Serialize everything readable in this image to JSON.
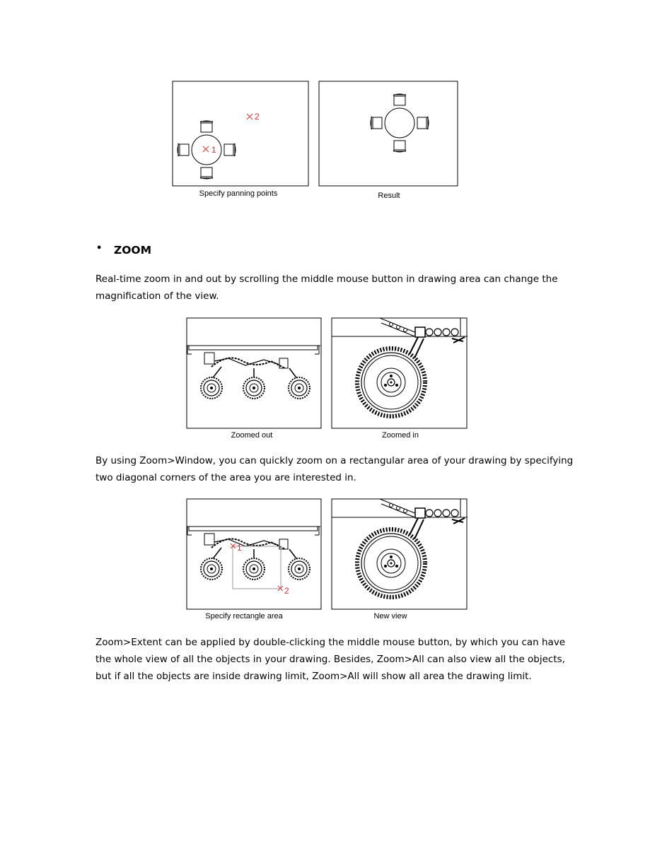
{
  "figure1": {
    "left_caption": "Specify panning points",
    "right_caption": "Result",
    "point1_label": "1",
    "point2_label": "2"
  },
  "section": {
    "bullet": "•",
    "heading": "ZOOM"
  },
  "paragraph1": "Real-time zoom in and out by scrolling the middle mouse button in drawing area can change the magnification of the view.",
  "figure2": {
    "left_caption": "Zoomed out",
    "right_caption": "Zoomed in"
  },
  "paragraph2": "By using Zoom>Window, you can quickly zoom on a rectangular area of your drawing by specifying two diagonal corners of the area you are interested in.",
  "figure3": {
    "left_caption": "Specify rectangle area",
    "right_caption": "New view",
    "point1_label": "1",
    "point2_label": "2"
  },
  "paragraph3": "Zoom>Extent can be applied by double-clicking the middle mouse button, by which you can have the whole view of all the objects in your drawing. Besides, Zoom>All can also view all the objects, but if all the objects are inside drawing limit, Zoom>All will show all area the drawing limit.",
  "colors": {
    "marker_red": "#e03030",
    "line": "#000000"
  }
}
